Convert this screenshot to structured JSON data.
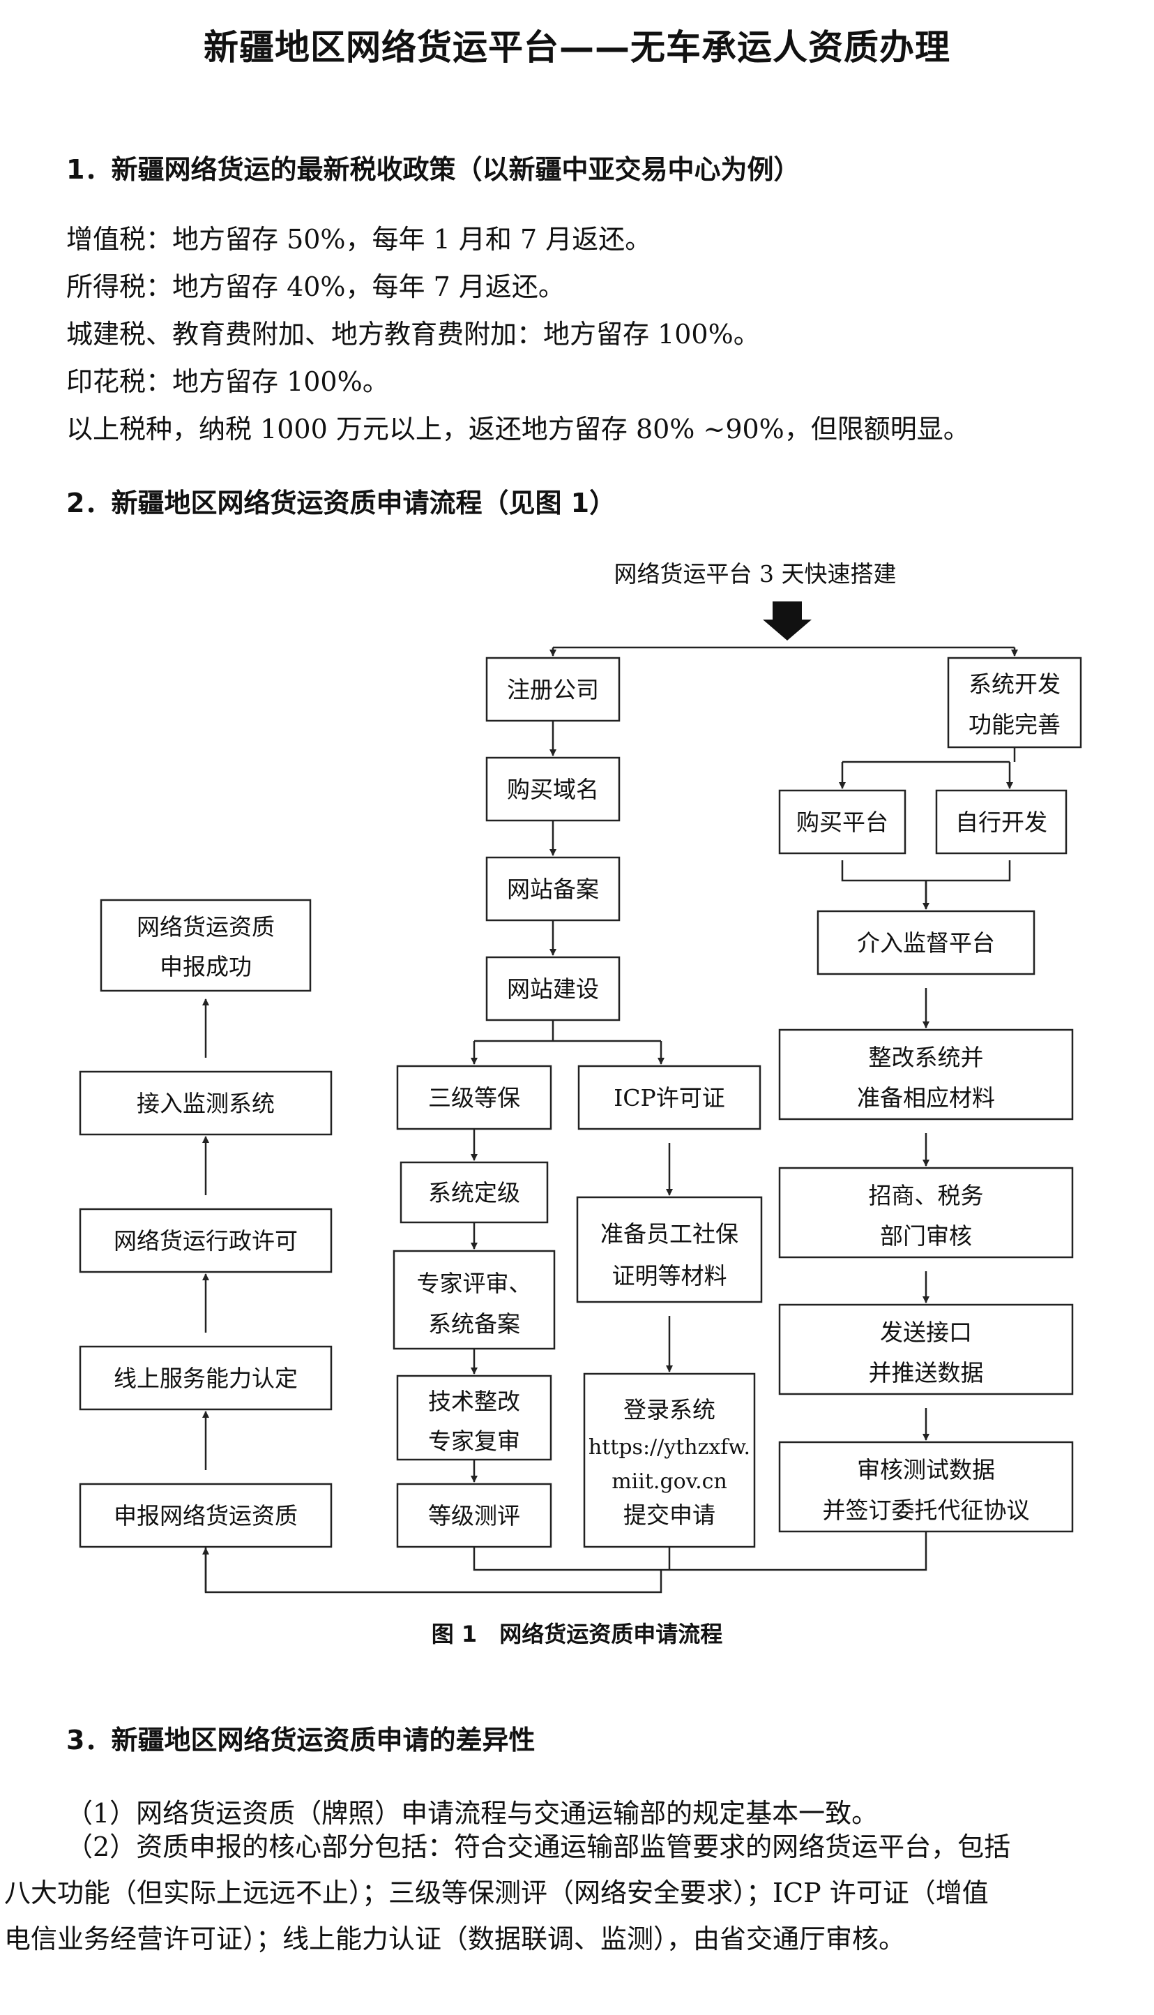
{
  "title": "新疆地区网络货运平台——无车承运人资质办理",
  "section1": {
    "heading": "1．新疆网络货运的最新税收政策（以新疆中亚交易中心为例）",
    "lines": [
      "增值税：地方留存 50%，每年 1 月和 7 月返还。",
      "所得税：地方留存 40%，每年 7 月返还。",
      "城建税、教育费附加、地方教育费附加：地方留存 100%。",
      "印花税：地方留存 100%。",
      "以上税种，纳税 1000 万元以上，返还地方留存 80% ~90%，但限额明显。"
    ]
  },
  "section2": {
    "heading": "2．新疆地区网络货运资质申请流程（见图 1）"
  },
  "flowchart": {
    "top_label": "网络货运平台 3 天快速搭建",
    "register_company": "注册公司",
    "buy_domain": "购买域名",
    "website_filing": "网站备案",
    "website_build": "网站建设",
    "level3_protection": "三级等保",
    "system_grading": "系统定级",
    "expert_review": [
      "专家评审、",
      "系统备案"
    ],
    "tech_rectify": [
      "技术整改",
      "专家复审"
    ],
    "grade_evaluation": "等级测评",
    "icp_license": "ICP许可证",
    "prepare_social_security": [
      "准备员工社保",
      "证明等材料"
    ],
    "login_system": [
      "登录系统",
      "https://ythzxfw.",
      "miit.gov.cn",
      "提交申请"
    ],
    "system_dev": [
      "系统开发",
      "功能完善"
    ],
    "buy_platform": "购买平台",
    "self_develop": "自行开发",
    "join_supervision": "介入监督平台",
    "rectify_prepare": [
      "整改系统并",
      "准备相应材料"
    ],
    "investment_tax_review": [
      "招商、税务",
      "部门审核"
    ],
    "send_interface": [
      "发送接口",
      "并推送数据"
    ],
    "review_test_data": [
      "审核测试数据",
      "并签订委托代征协议"
    ],
    "declare_qualification": "申报网络货运资质",
    "online_service_cert": "线上服务能力认定",
    "admin_license": "网络货运行政许可",
    "connect_monitoring": "接入监测系统",
    "declare_success": [
      "网络货运资质",
      "申报成功"
    ]
  },
  "figure_caption": "图 1　网络货运资质申请流程",
  "section3": {
    "heading": "3．新疆地区网络货运资质申请的差异性",
    "p1": "（1）网络货运资质（牌照）申请流程与交通运输部的规定基本一致。",
    "p2_lines": [
      "（2）资质申报的核心部分包括：符合交通运输部监管要求的网络货运平台，包括",
      "八大功能（但实际上远远不止）；三级等保测评（网络安全要求）；ICP 许可证（增值",
      "电信业务经营许可证）；线上能力认证（数据联调、监测），由省交通厅审核。"
    ]
  }
}
